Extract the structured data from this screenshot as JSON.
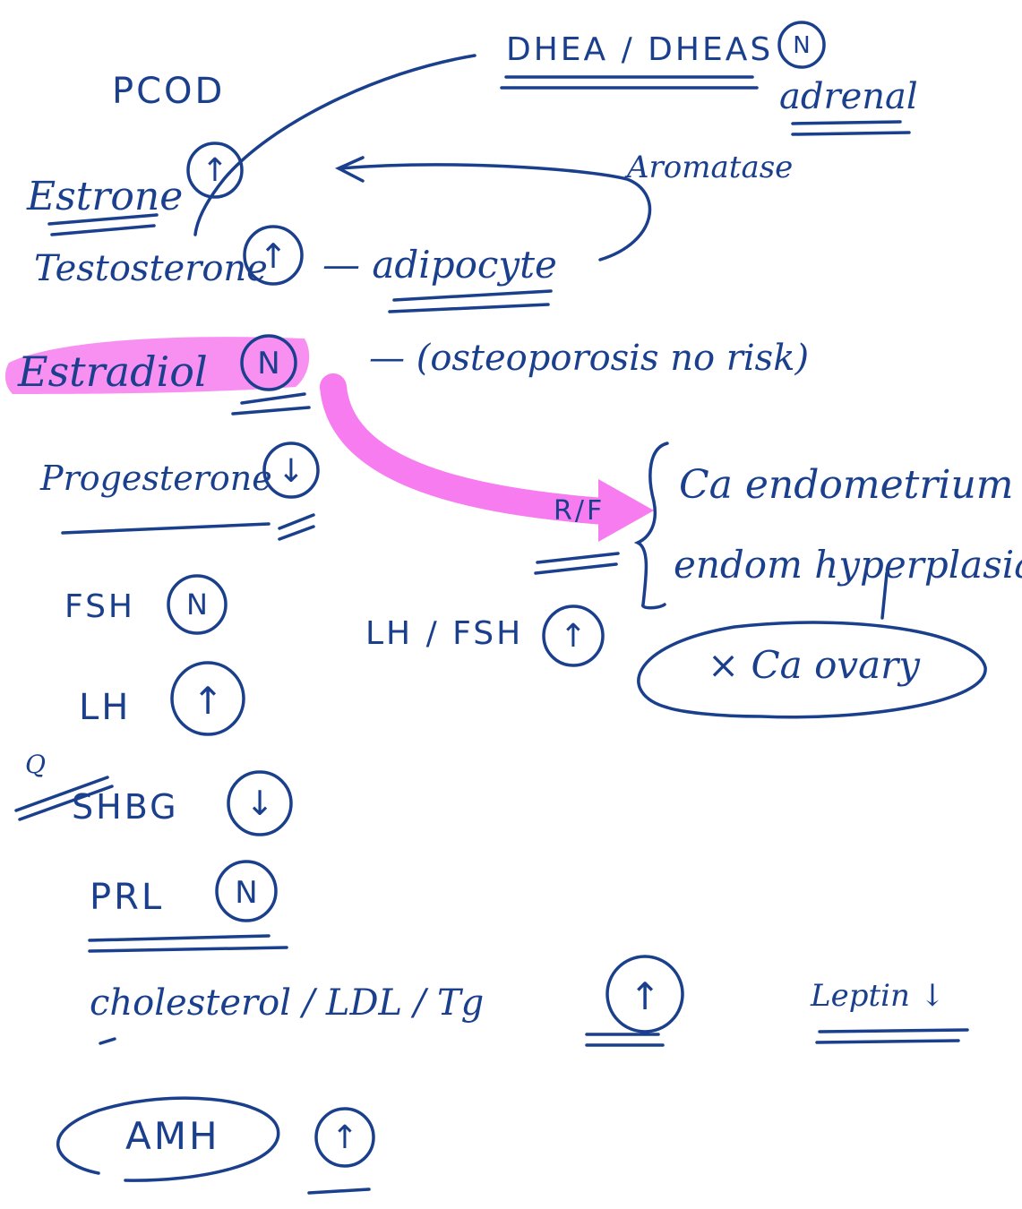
{
  "colors": {
    "ink": "#1a3f8c",
    "highlight": "#f77cf0",
    "background": "#ffffff"
  },
  "notes": {
    "title": "PCOD",
    "dhea": "DHEA / DHEAS",
    "dhea_badge": "N",
    "adrenal": "adrenal",
    "aromatase": "Aromatase",
    "estrone": "Estrone",
    "estrone_badge": "↑",
    "testosterone": "Testosterone",
    "testosterone_badge": "↑",
    "adipocyte": "— adipocyte",
    "estradiol": "Estradiol",
    "estradiol_badge": "N",
    "osteoporosis": "— (osteoporosis no risk)",
    "progesterone": "Progesterone",
    "progesterone_badge": "↓",
    "rf": "R/F",
    "ca_endometrium": "Ca endometrium",
    "endom_hyperplasia": "endom hyperplasia",
    "ca_ovary": "× Ca ovary",
    "fsh": "FSH",
    "fsh_badge": "N",
    "lh_fsh": "LH / FSH",
    "lh_fsh_badge": "↑",
    "lh": "LH",
    "lh_badge": "↑",
    "shbg_mark": "Q",
    "shbg": "SHBG",
    "shbg_badge": "↓",
    "prl": "PRL",
    "prl_badge": "N",
    "lipids": "cholesterol / LDL / Tg",
    "lipids_badge": "↑",
    "leptin": "Leptin ↓",
    "amh": "AMH",
    "amh_badge": "↑"
  }
}
